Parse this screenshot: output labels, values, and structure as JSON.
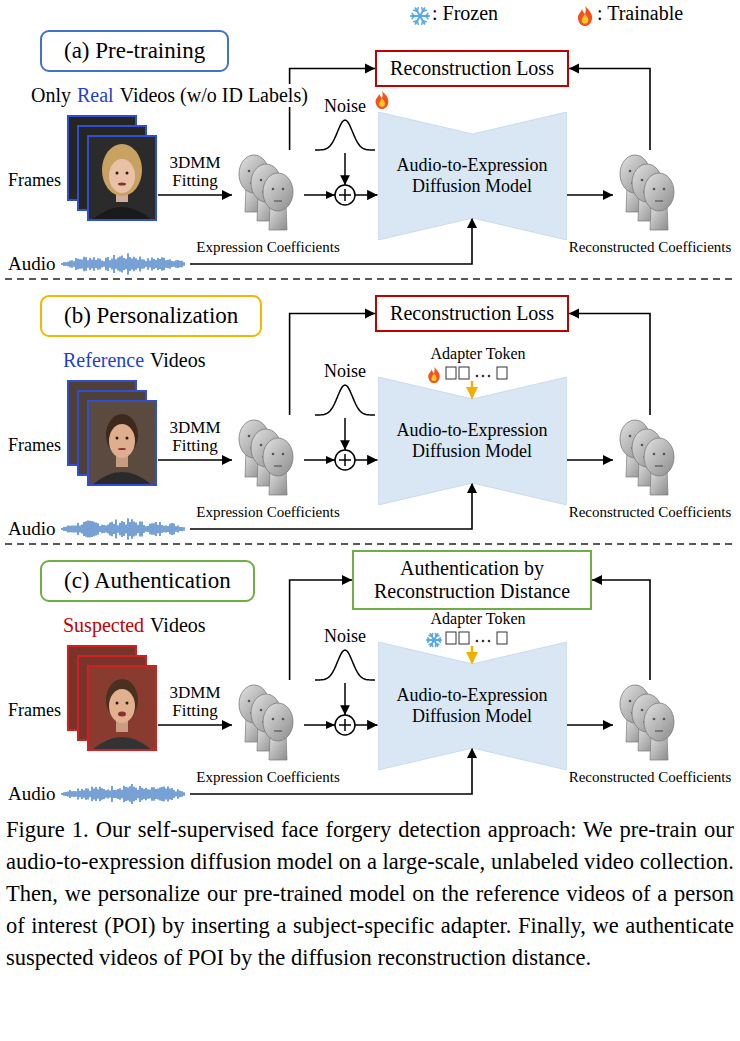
{
  "diagram": {
    "caption": "Figure 1. Our self-supervised face forgery detection approach: We pre-train our audio-to-expression diffusion model on a large-scale, unlabeled video collection. Then, we personalize our pre-trained model on the reference videos of a person of interest (POI) by inserting a subject-specific adapter. Finally, we authenticate suspected videos of POI by the diffusion reconstruction distance.",
    "nodes": [
      {
        "text": [
          "(a) Pre-training"
        ]
      },
      {
        "text": [
          "Reconstruction Loss"
        ]
      },
      {
        "text": [
          "Frames"
        ]
      },
      {
        "text": [
          "Expression Coefficients"
        ]
      },
      {
        "text": [
          "Audio-to-Expression Diffusion Model"
        ]
      },
      {
        "text": [
          "Reconstructed Coefficients"
        ]
      },
      {
        "text": [
          "Audio"
        ]
      },
      {
        "text": [
          "(b) Personalization"
        ]
      },
      {
        "text": [
          "Reconstruction Loss"
        ]
      },
      {
        "text": [
          "Frames"
        ]
      },
      {
        "text": [
          "Expression Coefficients"
        ]
      },
      {
        "text": [
          "Audio-to-Expression Diffusion Model"
        ]
      },
      {
        "text": [
          "Reconstructed Coefficients"
        ]
      },
      {
        "text": [
          "Audio"
        ]
      },
      {
        "text": [
          "(c) Authentication"
        ]
      },
      {
        "text": [
          "Authentication by Reconstruction Distance"
        ]
      },
      {
        "text": [
          "Frames"
        ]
      },
      {
        "text": [
          "Expression Coefficients"
        ]
      },
      {
        "text": [
          "Audio-to-Expression Diffusion Model"
        ]
      },
      {
        "text": [
          "Reconstructed Coefficients"
        ]
      },
      {
        "text": [
          "Audio"
        ]
      }
    ],
    "edges": [
      {
        "from": 2,
        "to": 3,
        "arrow": "to",
        "label": "3DMM Fitting"
      },
      {
        "from": 3,
        "to": 1,
        "arrow": "to"
      },
      {
        "from": 3,
        "to": 4,
        "arrow": "to"
      },
      {
        "from": 4,
        "to": 5,
        "arrow": "to"
      },
      {
        "from": 5,
        "to": 1,
        "arrow": "to"
      },
      {
        "from": 6,
        "to": 4,
        "arrow": "to"
      },
      {
        "from": 9,
        "to": 10,
        "arrow": "to",
        "label": "3DMM Fitting"
      },
      {
        "from": 10,
        "to": 8,
        "arrow": "to"
      },
      {
        "from": 10,
        "to": 11,
        "arrow": "to"
      },
      {
        "from": 11,
        "to": 12,
        "arrow": "to"
      },
      {
        "from": 12,
        "to": 8,
        "arrow": "to"
      },
      {
        "from": 13,
        "to": 11,
        "arrow": "to"
      },
      {
        "from": 16,
        "to": 17,
        "arrow": "to",
        "label": "3DMM Fitting"
      },
      {
        "from": 17,
        "to": 15,
        "arrow": "to"
      },
      {
        "from": 17,
        "to": 18,
        "arrow": "to"
      },
      {
        "from": 18,
        "to": 19,
        "arrow": "to"
      },
      {
        "from": 19,
        "to": 15,
        "arrow": "to"
      },
      {
        "from": 20,
        "to": 18,
        "arrow": "to"
      }
    ],
    "labels": [
      "Only",
      "Real",
      "Videos (w/o ID Labels)",
      "Noise",
      "Reference",
      "Videos",
      "Noise",
      "Adapter Token",
      "Suspected",
      "Videos",
      "Noise",
      "Adapter Token"
    ],
    "legend": [
      {
        "text": ": Frozen"
      },
      {
        "text": ": Trainable"
      }
    ]
  }
}
